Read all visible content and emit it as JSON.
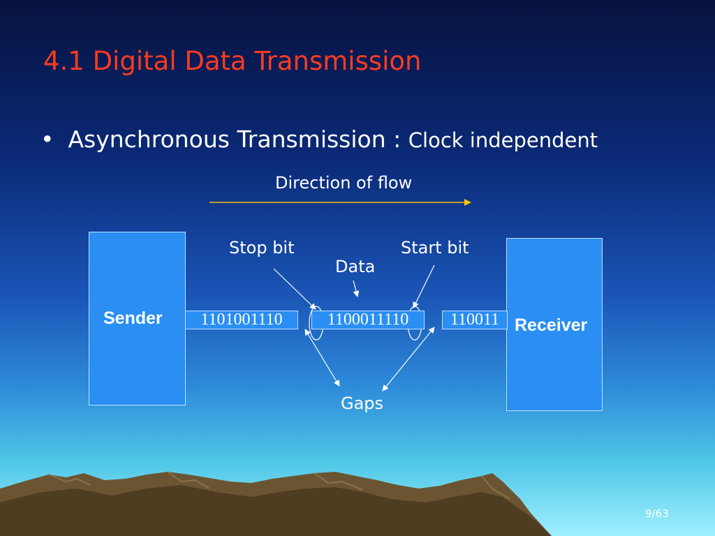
{
  "slide": {
    "title": "4.1 Digital Data Transmission",
    "bullet": {
      "marker": "•",
      "main": "Asynchronous Transmission : ",
      "sub": "Clock independent"
    },
    "flow_label": "Direction of flow",
    "page_number": "9/63"
  },
  "diagram": {
    "sender_label": "Sender",
    "receiver_label": "Receiver",
    "frames": [
      "1101001110",
      "1100011110",
      "110011"
    ],
    "annotations": {
      "stop_bit": "Stop bit",
      "start_bit": "Start bit",
      "data": "Data",
      "gaps": "Gaps"
    }
  },
  "colors": {
    "title": "#ff3b1f",
    "box_fill": "#2a8ef3",
    "arrow": "#f2c400",
    "mountain": "#6b5432"
  }
}
